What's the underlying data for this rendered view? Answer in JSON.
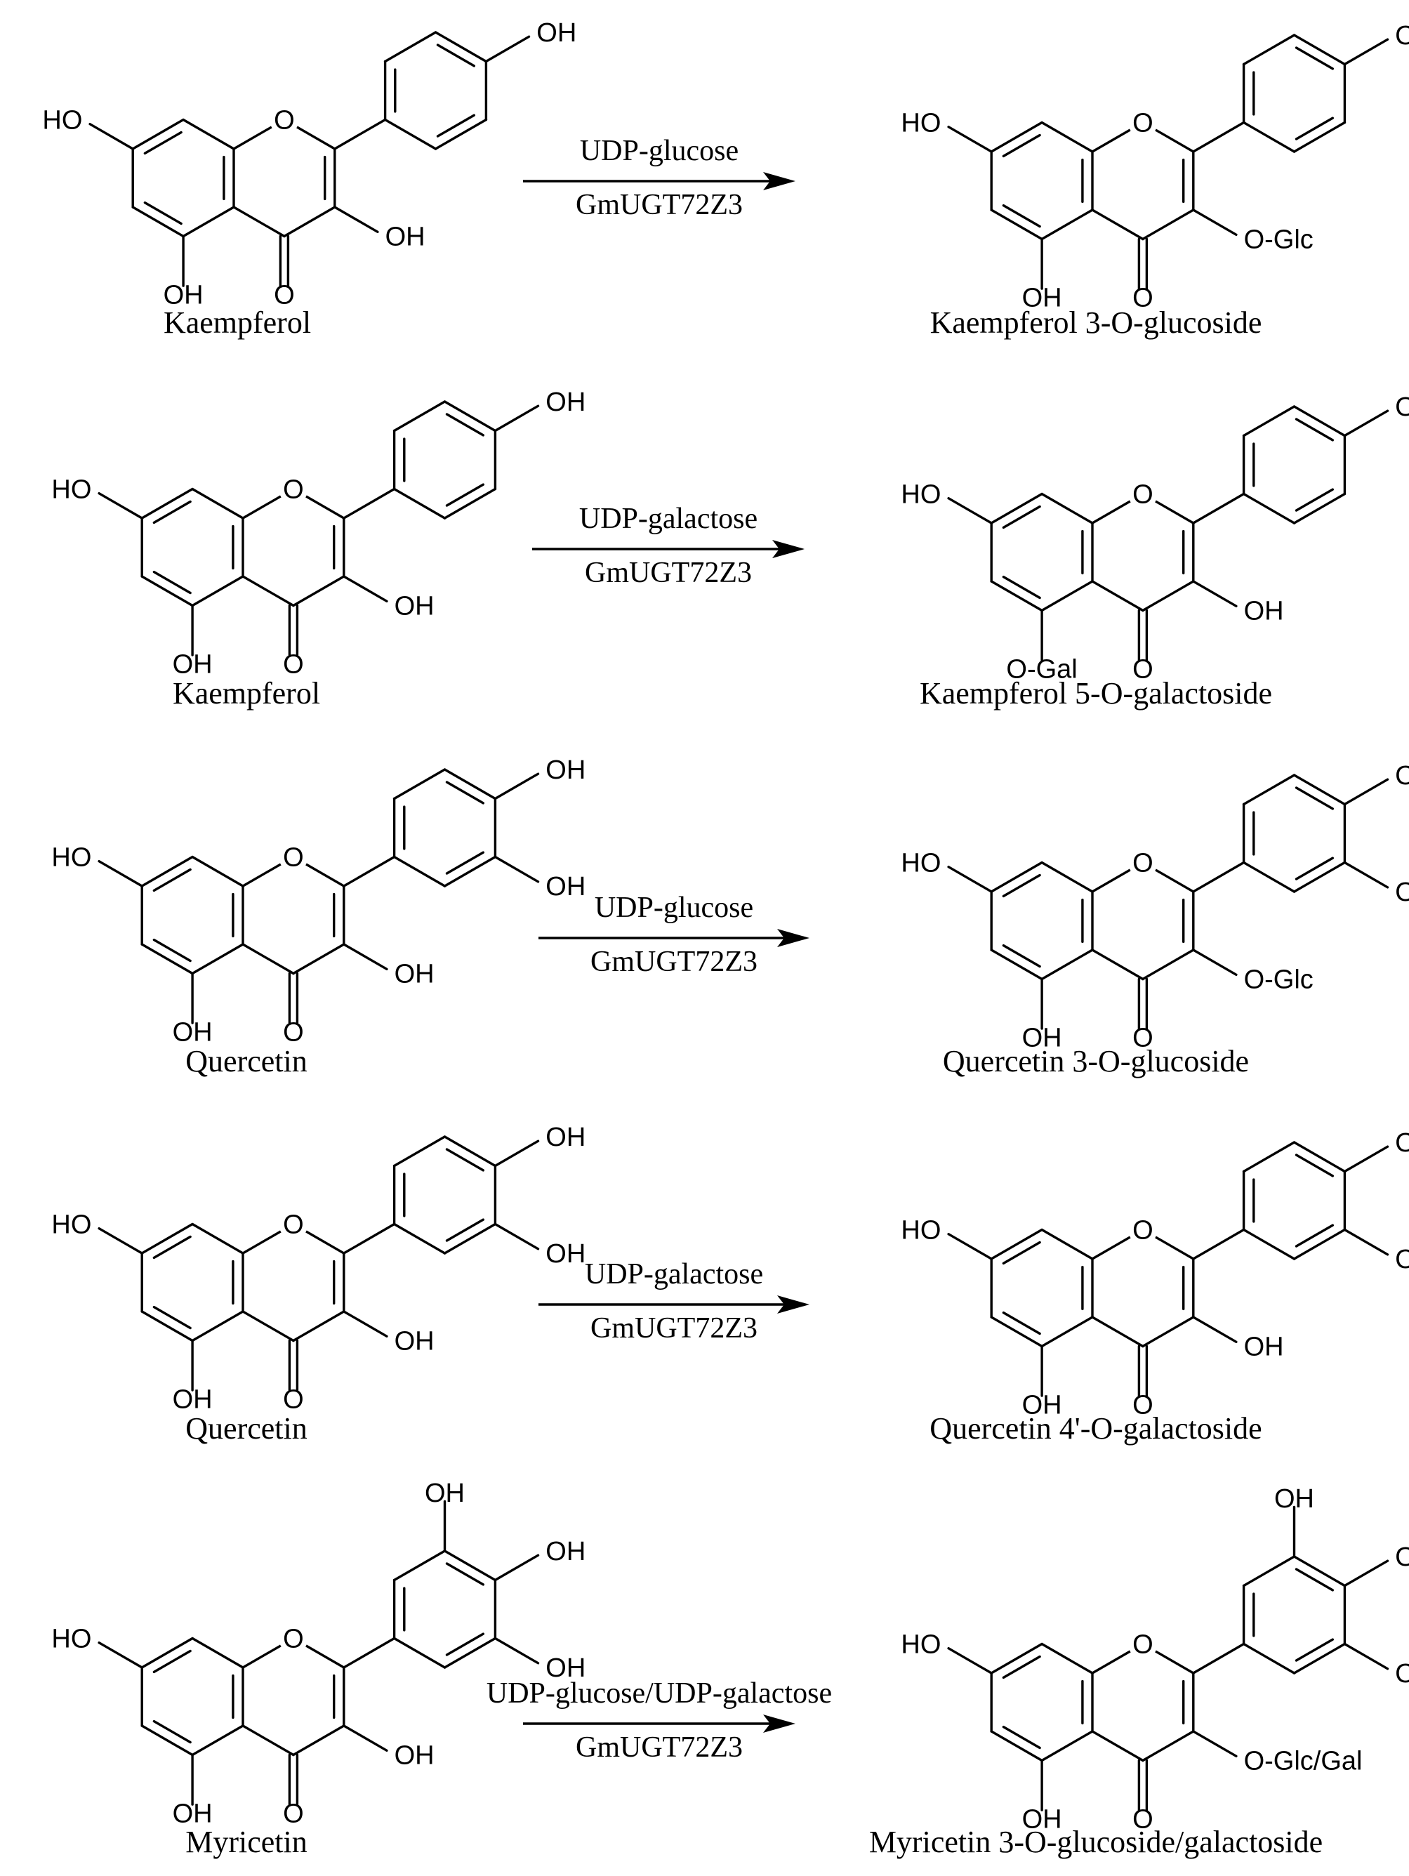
{
  "reactions": [
    {
      "reagent": "UDP-glucose",
      "enzyme": "GmUGT72Z3",
      "substrate": {
        "name": "Kaempferol",
        "labels": {
          "o1": "O",
          "oh7": "HO",
          "oh5": "OH",
          "o4": "O",
          "oh3": "OH",
          "oh4p": "OH"
        }
      },
      "product": {
        "name": "Kaempferol 3-O-glucoside",
        "labels": {
          "o1": "O",
          "oh7": "HO",
          "oh5": "OH",
          "o4": "O",
          "oh3": "O-Glc",
          "oh4p": "OH"
        }
      }
    },
    {
      "reagent": "UDP-galactose",
      "enzyme": "GmUGT72Z3",
      "substrate": {
        "name": "Kaempferol",
        "labels": {
          "o1": "O",
          "oh7": "HO",
          "oh5": "OH",
          "o4": "O",
          "oh3": "OH",
          "oh4p": "OH"
        }
      },
      "product": {
        "name": "Kaempferol 5-O-galactoside",
        "labels": {
          "o1": "O",
          "oh7": "HO",
          "oh5": "O-Gal",
          "o4": "O",
          "oh3": "OH",
          "oh4p": "OH"
        }
      }
    },
    {
      "reagent": "UDP-glucose",
      "enzyme": "GmUGT72Z3",
      "substrate": {
        "name": "Quercetin",
        "labels": {
          "o1": "O",
          "oh7": "HO",
          "oh5": "OH",
          "o4": "O",
          "oh3": "OH",
          "oh4p": "OH",
          "oh3p": "OH"
        }
      },
      "product": {
        "name": "Quercetin 3-O-glucoside",
        "labels": {
          "o1": "O",
          "oh7": "HO",
          "oh5": "OH",
          "o4": "O",
          "oh3": "O-Glc",
          "oh4p": "OH",
          "oh3p": "OH"
        }
      }
    },
    {
      "reagent": "UDP-galactose",
      "enzyme": "GmUGT72Z3",
      "substrate": {
        "name": "Quercetin",
        "labels": {
          "o1": "O",
          "oh7": "HO",
          "oh5": "OH",
          "o4": "O",
          "oh3": "OH",
          "oh4p": "OH",
          "oh3p": "OH"
        }
      },
      "product": {
        "name": "Quercetin 4'-O-galactoside",
        "labels": {
          "o1": "O",
          "oh7": "HO",
          "oh5": "OH",
          "o4": "O",
          "oh3": "OH",
          "oh4p": "OH",
          "oh3p": "O-Gal"
        }
      }
    },
    {
      "reagent": "UDP-glucose/UDP-galactose",
      "enzyme": "GmUGT72Z3",
      "substrate": {
        "name": "Myricetin",
        "labels": {
          "o1": "O",
          "oh7": "HO",
          "oh5": "OH",
          "o4": "O",
          "oh3": "OH",
          "oh4p": "OH",
          "oh3p": "OH",
          "oh5p": "OH"
        }
      },
      "product": {
        "name": "Myricetin 3-O-glucoside/galactoside",
        "labels": {
          "o1": "O",
          "oh7": "HO",
          "oh5": "OH",
          "o4": "O",
          "oh3": "O-Glc/Gal",
          "oh4p": "OH",
          "oh3p": "OH",
          "oh5p": "OH"
        }
      }
    }
  ]
}
